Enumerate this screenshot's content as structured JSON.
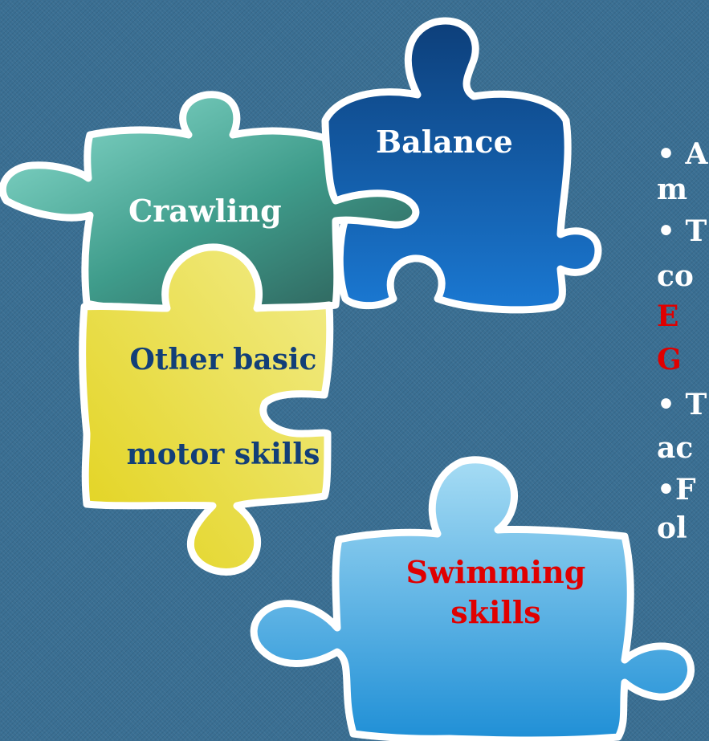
{
  "pieces": {
    "crawling": {
      "label": "Crawling",
      "color": "#ffffff"
    },
    "balance": {
      "label": "Balance",
      "color": "#ffffff"
    },
    "motor": {
      "line1": "Other basic",
      "line2": "motor  skills",
      "color": "#123f78"
    },
    "swimming": {
      "line1": "Swimming",
      "line2": "skills",
      "color": "#e00000"
    }
  },
  "bullets": [
    {
      "text": "• A",
      "color": "#ffffff"
    },
    {
      "text": "m",
      "color": "#ffffff"
    },
    {
      "text": "• T",
      "color": "#ffffff"
    },
    {
      "text": "co",
      "color": "#ffffff"
    },
    {
      "text": "E",
      "color": "#e00000"
    },
    {
      "text": "G",
      "color": "#e00000"
    },
    {
      "text": "• T",
      "color": "#ffffff"
    },
    {
      "text": "ac",
      "color": "#ffffff"
    },
    {
      "text": "•F",
      "color": "#ffffff"
    },
    {
      "text": "ol",
      "color": "#ffffff"
    }
  ]
}
